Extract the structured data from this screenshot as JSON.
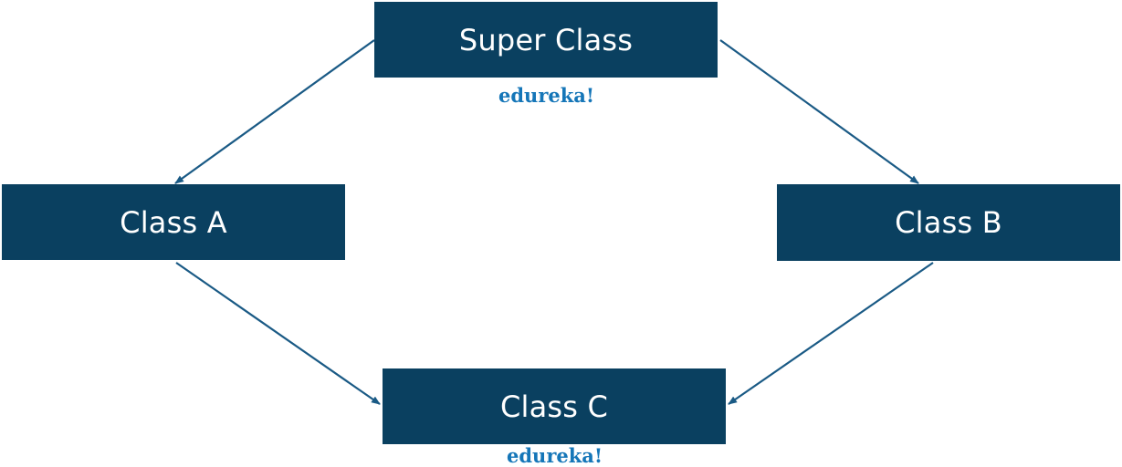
{
  "diagram": {
    "nodes": [
      {
        "id": "super",
        "label": "Super Class"
      },
      {
        "id": "a",
        "label": "Class A"
      },
      {
        "id": "b",
        "label": "Class B"
      },
      {
        "id": "c",
        "label": "Class C"
      }
    ],
    "edges": [
      {
        "from": "super",
        "to": "a"
      },
      {
        "from": "super",
        "to": "b"
      },
      {
        "from": "a",
        "to": "c"
      },
      {
        "from": "b",
        "to": "c"
      }
    ],
    "watermarks": [
      "edureka!",
      "edureka!"
    ],
    "colors": {
      "node_fill": "#0a4060",
      "node_text": "#ffffff",
      "edge": "#1a5a85",
      "watermark": "#1576b8"
    }
  }
}
